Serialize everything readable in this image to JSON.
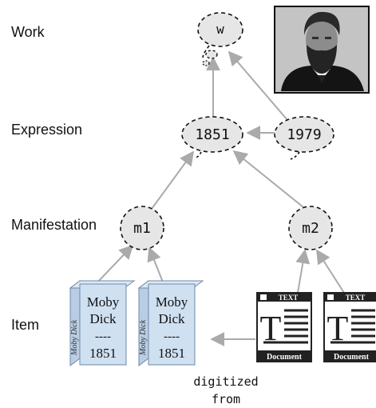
{
  "levels": {
    "work": "Work",
    "expression": "Expression",
    "manifestation": "Manifestation",
    "item": "Item"
  },
  "nodes": {
    "work": "w",
    "expr1851": "1851",
    "expr1979": "1979",
    "manif1": "m1",
    "manif2": "m2"
  },
  "books": [
    {
      "spine": "Moby Dick",
      "line1": "Moby",
      "line2": "Dick",
      "line3": "----",
      "line4": "1851"
    },
    {
      "spine": "Moby Dick",
      "line1": "Moby",
      "line2": "Dick",
      "line3": "----",
      "line4": "1851"
    }
  ],
  "documents": [
    {
      "header": "TEXT",
      "letter": "T",
      "footer": "Document"
    },
    {
      "header": "TEXT",
      "letter": "T",
      "footer": "Document"
    }
  ],
  "caption": {
    "line1": "digitized",
    "line2": "from"
  },
  "colors": {
    "node_fill": "#e6e6e6",
    "arrow": "#aaaaaa",
    "book_fill": "#cfe0f1",
    "doc_dark": "#222222"
  },
  "portrait": "photograph-of-author"
}
